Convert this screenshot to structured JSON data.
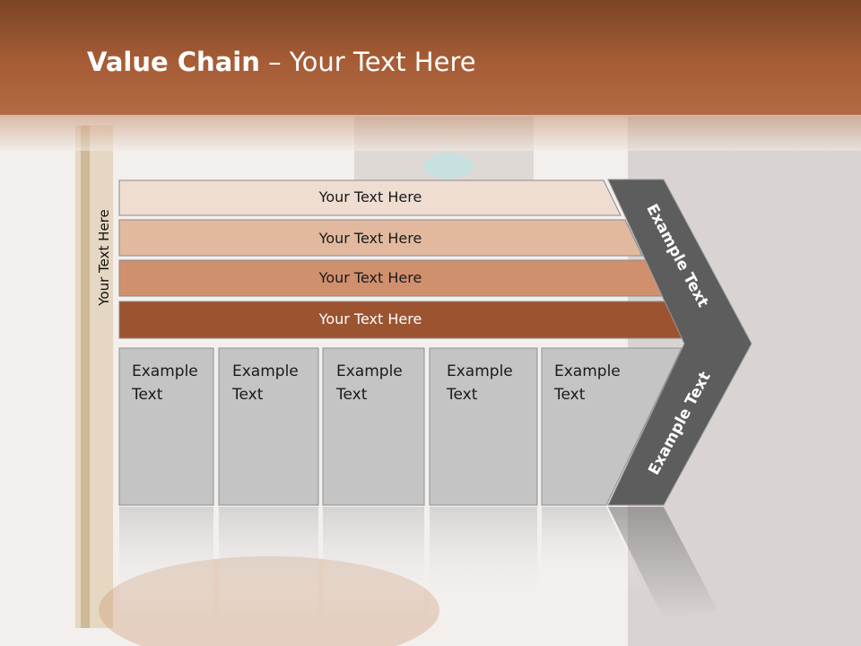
{
  "slide": {
    "title_bold": "Value Chain",
    "title_rest": " – Your Text Here",
    "vertical_label": "Your Text Here"
  },
  "rows": [
    {
      "label": "Your Text Here",
      "color": "#efddd2"
    },
    {
      "label": "Your Text Here",
      "color": "#e2b99f"
    },
    {
      "label": "Your Text Here",
      "color": "#d0906e"
    },
    {
      "label": "Your Text Here",
      "color": "#9c5330"
    }
  ],
  "columns": [
    {
      "line1": "Example",
      "line2": "Text"
    },
    {
      "line1": "Example",
      "line2": "Text"
    },
    {
      "line1": "Example",
      "line2": "Text"
    },
    {
      "line1": "Example",
      "line2": "Text"
    },
    {
      "line1": "Example",
      "line2": "Text"
    }
  ],
  "chevron": {
    "top_text": "Example Text",
    "bottom_text": "Example Text",
    "color": "#5d5d5d"
  },
  "colors": {
    "header": "#9a5533",
    "column_fill": "#c4c4c4"
  }
}
